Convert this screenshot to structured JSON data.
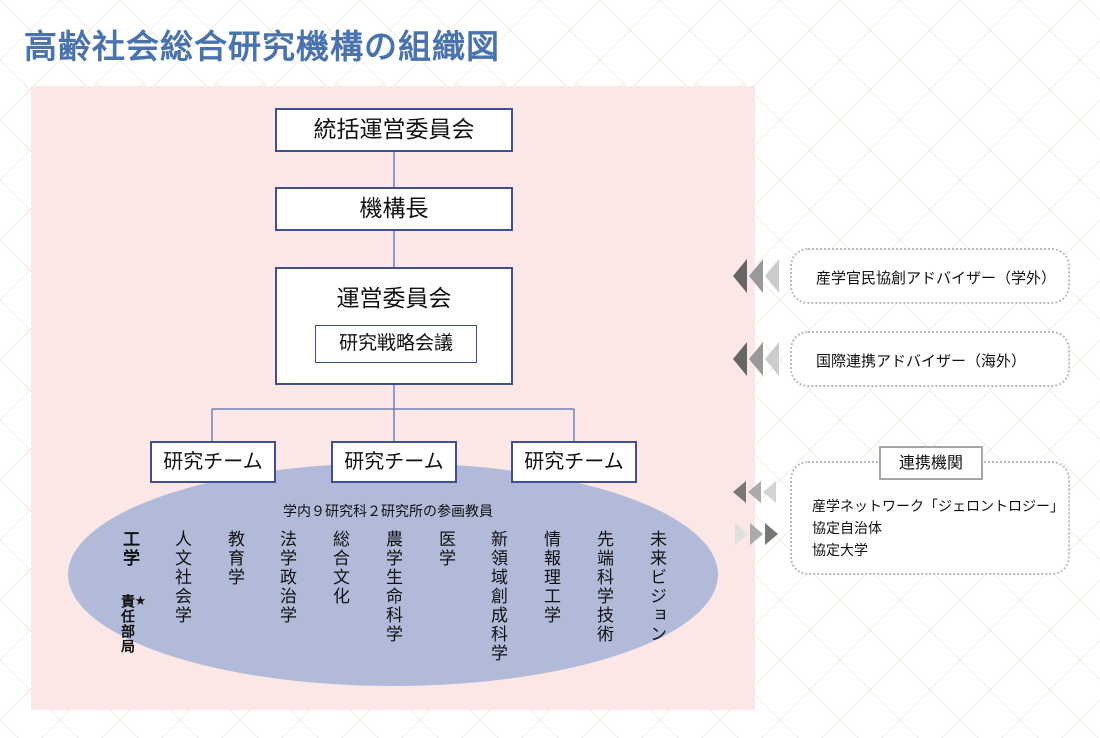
{
  "title": "高齢社会総合研究機構の組織図",
  "org": {
    "top_committee": "統括運営委員会",
    "director": "機構長",
    "steering_committee": "運営委員会",
    "strategy_meeting": "研究戦略会議",
    "teams": [
      "研究チーム",
      "研究チーム",
      "研究チーム"
    ]
  },
  "faculty": {
    "caption": "学内９研究科２研究所の参画教員",
    "lead": {
      "name": "工学",
      "mark": "★",
      "note": "責任部局"
    },
    "departments": [
      "人文社会学",
      "教育学",
      "法学政治学",
      "総合文化",
      "農学生命科学",
      "医学",
      "新領域創成科学",
      "情報理工学",
      "先端科学技術",
      "未来ビジョン"
    ]
  },
  "advisors": [
    "産学官民協創アドバイザー（学外）",
    "国際連携アドバイザー（海外）"
  ],
  "partners": {
    "title": "連携機関",
    "items": [
      "産学ネットワーク「ジェロントロジー」",
      "協定自治体",
      "協定大学"
    ]
  },
  "colors": {
    "title": "#4a73ad",
    "panel": "#fce7e7",
    "box_border": "#3f4f8f",
    "connector": "#6f83b5",
    "ellipse": "#b1bbd9",
    "chevron": "#666666",
    "dotted_border": "#bbbbbb"
  }
}
